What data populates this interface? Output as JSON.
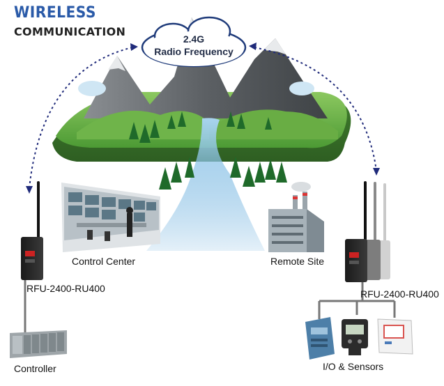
{
  "title": {
    "line1": "WIRELESS",
    "line2": "COMMUNICATION"
  },
  "cloud": {
    "line1": "2.4G",
    "line2": "Radio Frequency"
  },
  "labels": {
    "control_center": "Control Center",
    "remote_site": "Remote Site",
    "radio_left": "RFU-2400-RU400",
    "radio_right": "RFU-2400-RU400",
    "controller": "Controller",
    "io_sensors": "I/O & Sensors"
  },
  "colors": {
    "title_blue": "#2a5aa8",
    "grass": "#5aa83e",
    "mountain": "#6b6f73",
    "river": "#6fb3e0",
    "link_dots": "#1f2a7a"
  },
  "icons": [
    "radio-unit-icon",
    "controller-plc-icon",
    "io-module-icon",
    "sensor-icon",
    "factory-icon",
    "control-room-icon"
  ]
}
